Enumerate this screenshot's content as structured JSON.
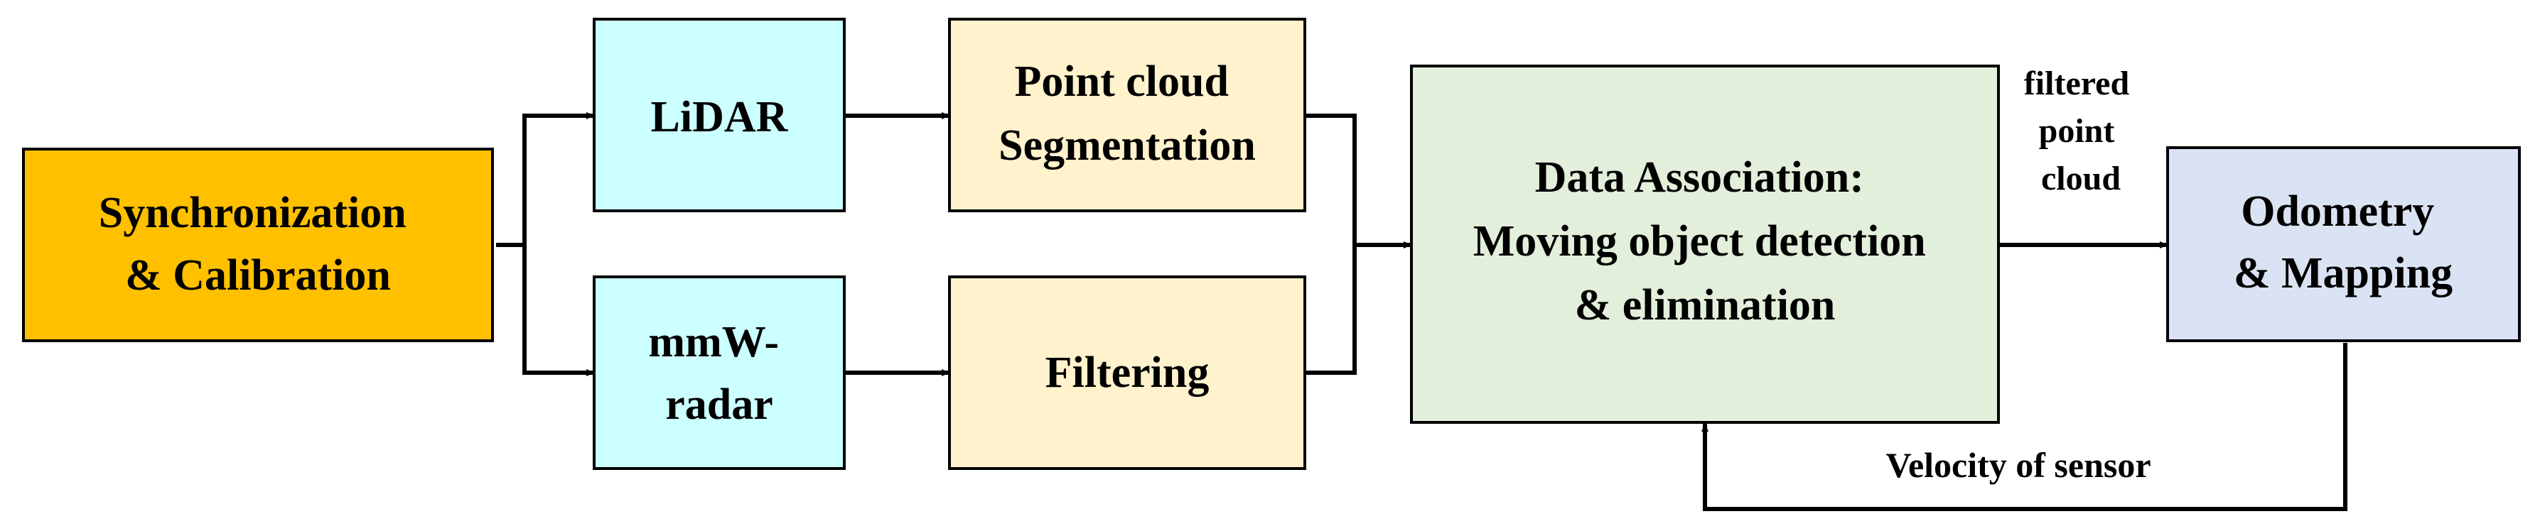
{
  "colors": {
    "sync": "#FFC000",
    "sensor": "#CCFFFF",
    "process": "#FFF2CC",
    "association": "#E2EFDA",
    "odometry": "#DAE3F3",
    "line": "#000000"
  },
  "boxes": {
    "sync": {
      "lines": [
        "Synchronization",
        "& Calibration"
      ]
    },
    "lidar": {
      "lines": [
        "LiDAR"
      ]
    },
    "radar": {
      "lines": [
        "mmW-",
        "radar"
      ]
    },
    "segmentation": {
      "lines": [
        "Point cloud",
        "Segmentation"
      ]
    },
    "filtering": {
      "lines": [
        "Filtering"
      ]
    },
    "association": {
      "lines": [
        "Data Association:",
        "Moving object detection",
        "& elimination"
      ]
    },
    "odometry": {
      "lines": [
        "Odometry",
        "& Mapping"
      ]
    }
  },
  "labels": {
    "filtered": {
      "lines": [
        "filtered",
        "point",
        "cloud"
      ]
    },
    "velocity": {
      "lines": [
        "Velocity of sensor"
      ]
    }
  }
}
